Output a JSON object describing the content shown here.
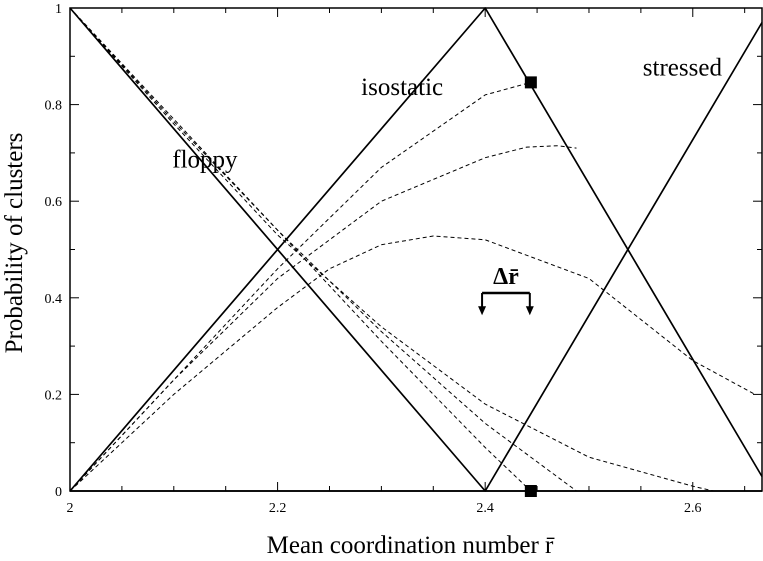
{
  "chart_data": {
    "type": "line",
    "xlabel": "Mean coordination number r̄",
    "ylabel": "Probability of clusters",
    "xlim": [
      2.0,
      2.6667
    ],
    "ylim": [
      0,
      1
    ],
    "x_ticks": [
      "2",
      "2.2",
      "2.4",
      "2.6"
    ],
    "x_tick_values": [
      2.0,
      2.2,
      2.4,
      2.6
    ],
    "y_ticks": [
      "0",
      "0.2",
      "0.4",
      "0.6",
      "0.8",
      "1"
    ],
    "y_tick_values": [
      0,
      0.2,
      0.4,
      0.6,
      0.8,
      1.0
    ],
    "grid": false,
    "annotations": [
      {
        "text": "floppy",
        "x": 2.13,
        "y": 0.67
      },
      {
        "text": "isostatic",
        "x": 2.32,
        "y": 0.82
      },
      {
        "text": "stressed",
        "x": 2.59,
        "y": 0.86
      }
    ],
    "delta_annotation": {
      "text": "Δr̄",
      "x_left": 2.397,
      "x_right": 2.443,
      "y": 0.41,
      "y_arrow_end": 0.37
    },
    "markers": [
      {
        "x": 2.444,
        "y": 0.846,
        "shape": "square"
      },
      {
        "x": 2.444,
        "y": 0.0,
        "shape": "square"
      }
    ],
    "series": [
      {
        "style": "solid",
        "x": [
          2.0,
          2.4,
          2.6667
        ],
        "y": [
          1.0,
          0.0,
          0.0
        ]
      },
      {
        "style": "solid",
        "x": [
          2.0,
          2.4,
          2.6667
        ],
        "y": [
          0.0,
          1.0,
          0.03
        ]
      },
      {
        "style": "solid",
        "x": [
          2.0,
          2.4,
          2.6667
        ],
        "y": [
          0.0,
          0.0,
          0.97
        ]
      },
      {
        "style": "dashed",
        "x": [
          2.0,
          2.1,
          2.2,
          2.3,
          2.4,
          2.444
        ],
        "y": [
          1.0,
          0.77,
          0.54,
          0.31,
          0.09,
          0.0
        ]
      },
      {
        "style": "dashed",
        "x": [
          2.0,
          2.1,
          2.2,
          2.3,
          2.4,
          2.444
        ],
        "y": [
          0.0,
          0.23,
          0.46,
          0.67,
          0.82,
          0.846
        ]
      },
      {
        "style": "dashed",
        "x": [
          2.0,
          2.1,
          2.2,
          2.3,
          2.4,
          2.488
        ],
        "y": [
          1.0,
          0.765,
          0.54,
          0.33,
          0.14,
          0.0
        ]
      },
      {
        "style": "dashed",
        "x": [
          2.0,
          2.1,
          2.2,
          2.3,
          2.4,
          2.44,
          2.47,
          2.488
        ],
        "y": [
          0.0,
          0.23,
          0.44,
          0.6,
          0.69,
          0.712,
          0.715,
          0.71
        ]
      },
      {
        "style": "dashed",
        "x": [
          2.0,
          2.1,
          2.2,
          2.3,
          2.4,
          2.5,
          2.6,
          2.62
        ],
        "y": [
          1.0,
          0.76,
          0.53,
          0.34,
          0.18,
          0.07,
          0.01,
          0.0
        ]
      },
      {
        "style": "dashed",
        "x": [
          2.0,
          2.1,
          2.2,
          2.25,
          2.3,
          2.35,
          2.4,
          2.5,
          2.6,
          2.66
        ],
        "y": [
          0.0,
          0.2,
          0.38,
          0.46,
          0.51,
          0.528,
          0.52,
          0.44,
          0.27,
          0.2
        ]
      }
    ]
  }
}
